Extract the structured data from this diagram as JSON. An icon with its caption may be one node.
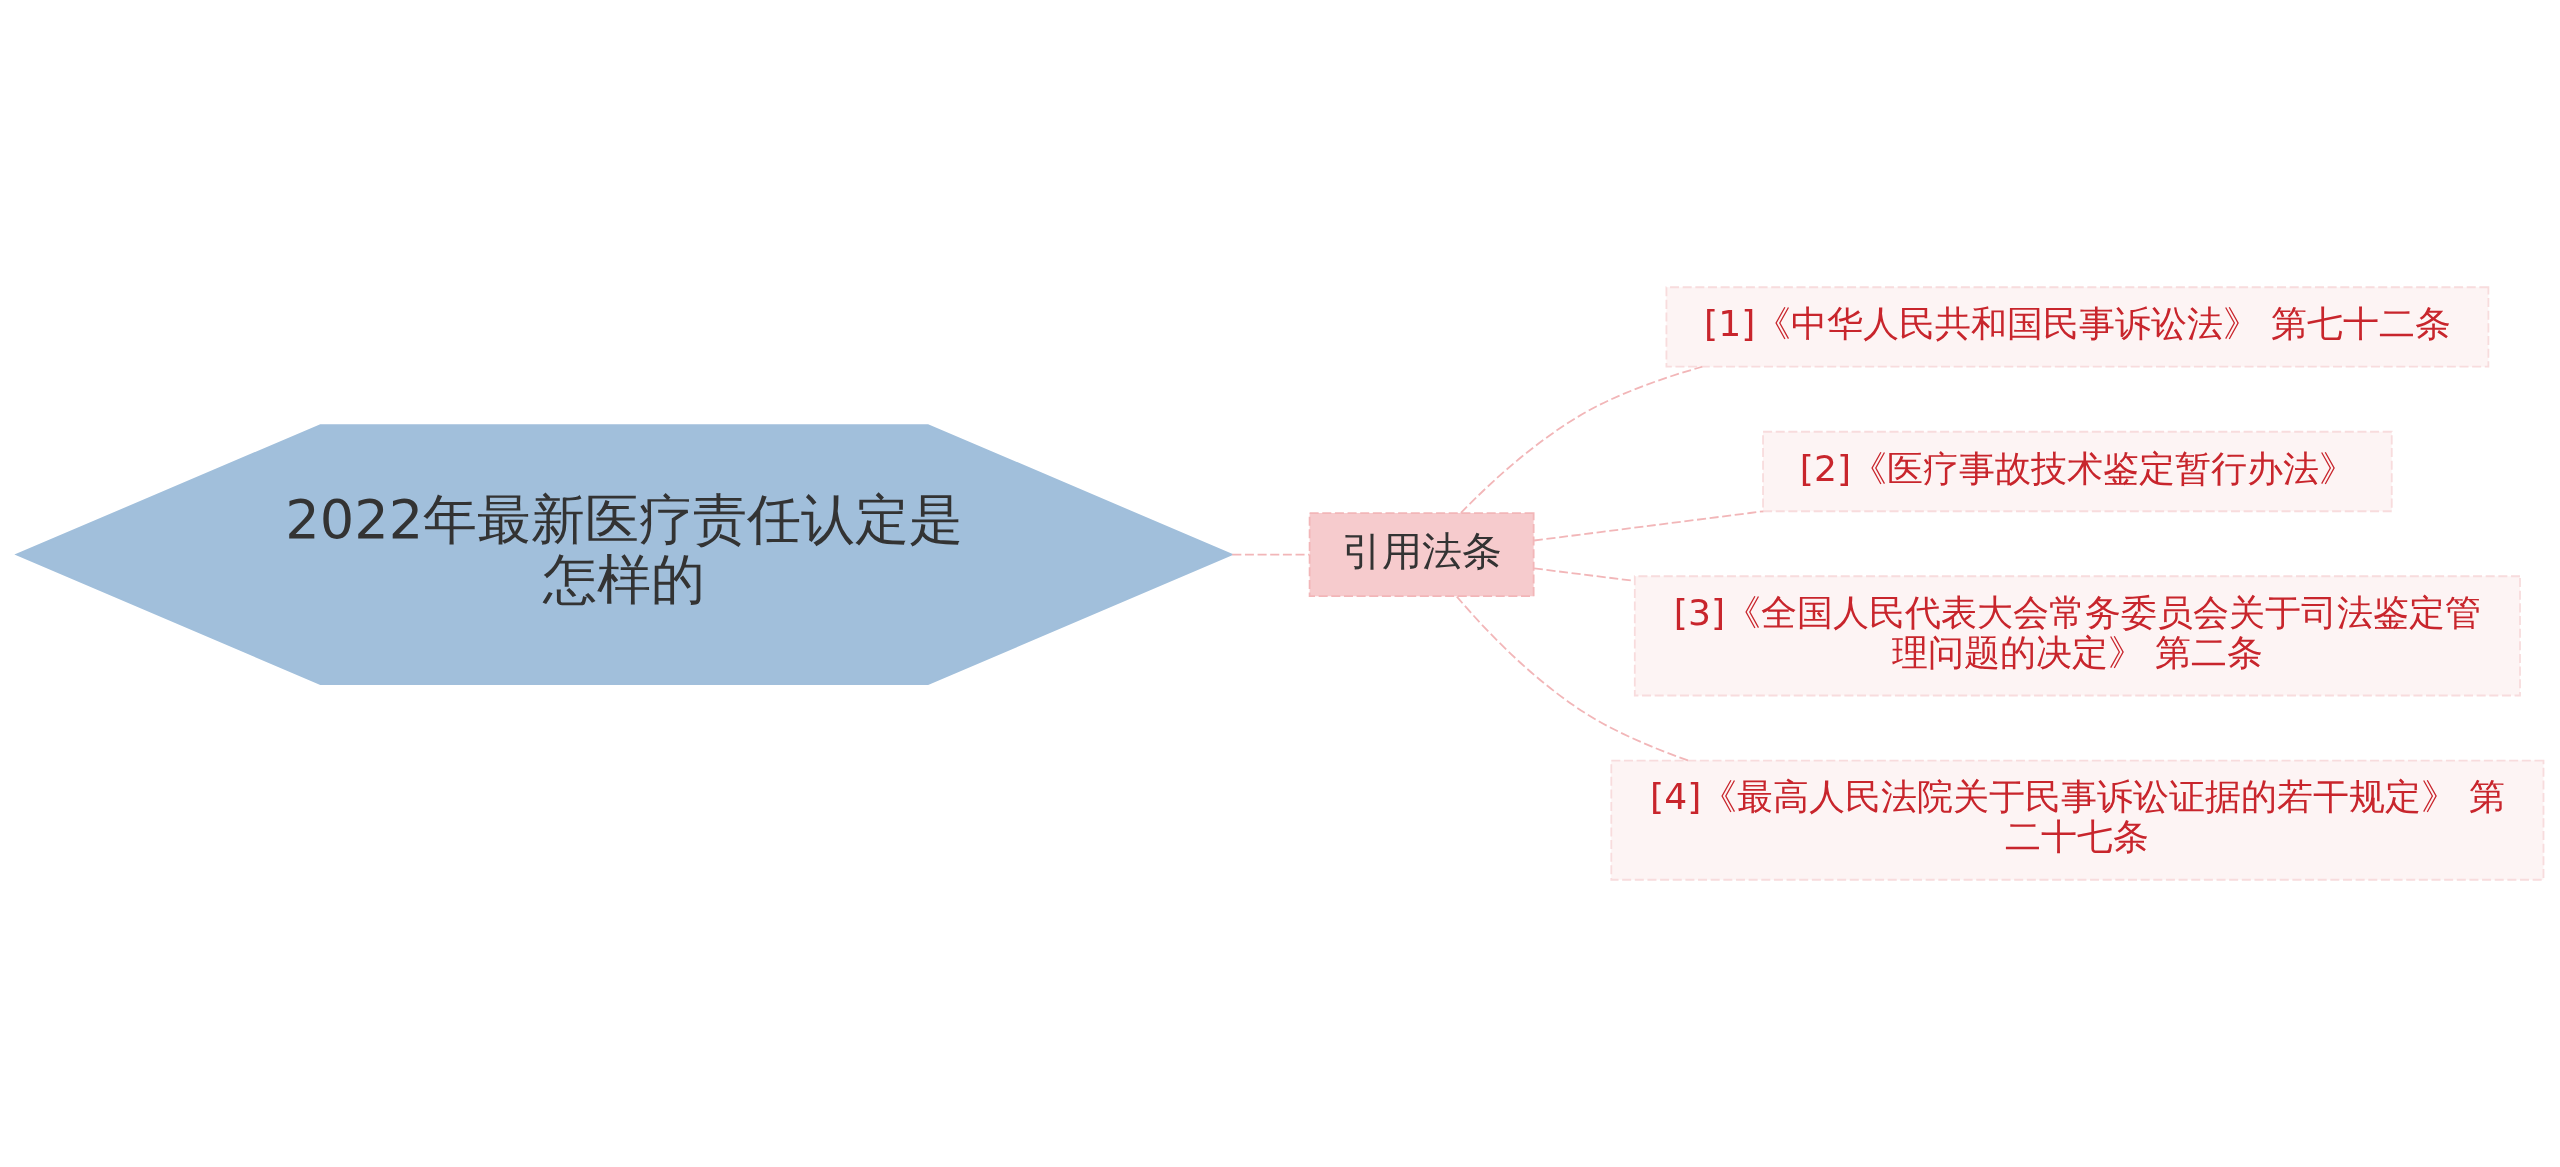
{
  "diagram": {
    "nodes": [
      {
        "text": [
          "2022年最新医疗责任认定是怎样的"
        ]
      },
      {
        "text": [
          "引用法条"
        ]
      },
      {
        "text": [
          "[1]《中华人民共和国民事诉讼法》 第七十二条"
        ]
      },
      {
        "text": [
          "[2]《医疗事故技术鉴定暂行办法》"
        ]
      },
      {
        "text": [
          "[3]《全国人民代表大会常务委员会关于司法鉴定管理问题的决定》 第二条"
        ]
      },
      {
        "text": [
          "[4]《最高人民法院关于民事诉讼证据的若干规定》 第二十七条"
        ]
      }
    ],
    "edges": [
      {
        "from": 0,
        "to": 1,
        "arrow": "none",
        "style": "dashed"
      },
      {
        "from": 1,
        "to": 2,
        "arrow": "none",
        "style": "dashed"
      },
      {
        "from": 1,
        "to": 3,
        "arrow": "none",
        "style": "dashed"
      },
      {
        "from": 1,
        "to": 4,
        "arrow": "none",
        "style": "dashed"
      },
      {
        "from": 1,
        "to": 5,
        "arrow": "none",
        "style": "dashed"
      }
    ]
  }
}
